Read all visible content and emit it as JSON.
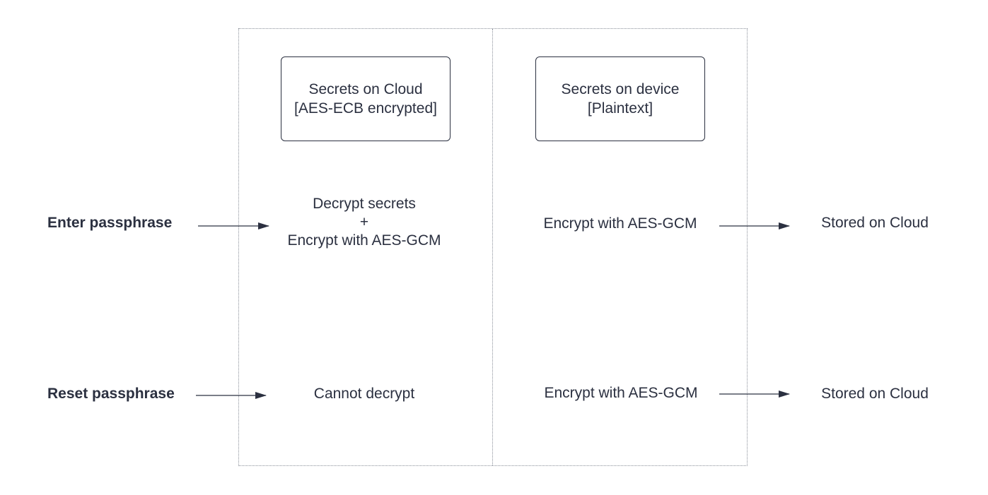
{
  "columns": {
    "cloud": {
      "title_line1": "Secrets on Cloud",
      "title_line2": "[AES-ECB encrypted]"
    },
    "device": {
      "title_line1": "Secrets on device",
      "title_line2": "[Plaintext]"
    }
  },
  "rows": {
    "enter": {
      "label": "Enter passphrase",
      "cloud_line1": "Decrypt secrets",
      "cloud_line2": "+",
      "cloud_line3": "Encrypt with AES-GCM",
      "device_action": "Encrypt with AES-GCM",
      "result": "Stored on Cloud"
    },
    "reset": {
      "label": "Reset passphrase",
      "cloud_action": "Cannot decrypt",
      "device_action": "Encrypt with AES-GCM",
      "result": "Stored on Cloud"
    }
  },
  "colors": {
    "text": "#2b3040",
    "frame": "#8a8f99"
  }
}
